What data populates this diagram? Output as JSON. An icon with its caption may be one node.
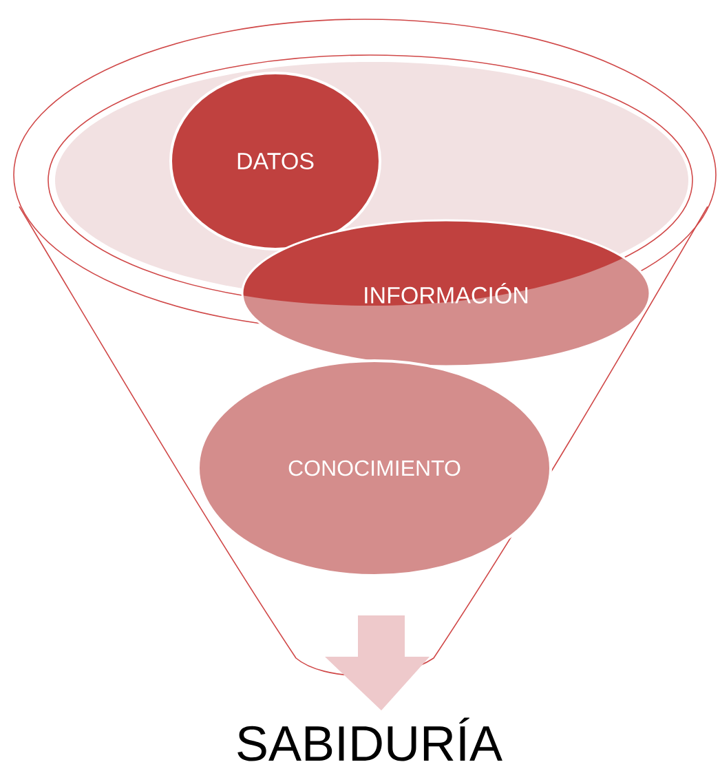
{
  "diagram": {
    "nodes": [
      {
        "text": [],
        "shape": "funnel"
      },
      {
        "text": [
          "DATOS"
        ],
        "in": 0
      },
      {
        "text": [
          "INFORMACIÓN"
        ],
        "in": 0
      },
      {
        "text": [
          "CONOCIMIENTO"
        ],
        "in": 0
      },
      {
        "text": [
          "SABIDURÍA"
        ]
      }
    ],
    "edges": [
      {
        "from": null,
        "to": 4,
        "arrow": "to"
      }
    ]
  }
}
